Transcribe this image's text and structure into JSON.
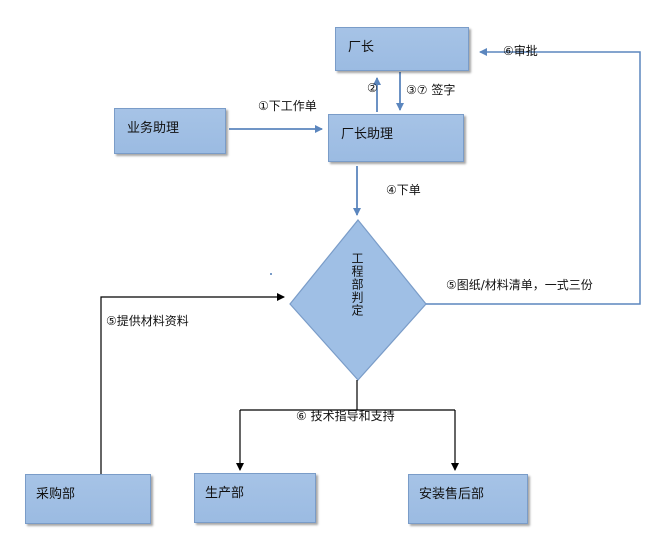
{
  "nodes": {
    "factory_director": "厂长",
    "business_assistant": "业务助理",
    "director_assistant": "厂长助理",
    "engineering_decision": "工程部判定",
    "purchasing": "采购部",
    "production": "生产部",
    "after_sales": "安装售后部"
  },
  "edges": {
    "issue_work_order": "①下工作单",
    "step_2": "②",
    "step_3_7_sign": "③⑦  签字",
    "issue_order": "④下单",
    "approval": "⑥审批",
    "drawings_material_list": "⑤图纸/材料清单，一式三份",
    "provide_material_info": "⑤提供材料资料",
    "tech_guidance_support": "⑥  技术指导和支持"
  },
  "colors": {
    "box_fill": "#9bbbe2",
    "box_border": "#7a9cc8",
    "arrow": "#5b86be",
    "line": "#000000"
  }
}
